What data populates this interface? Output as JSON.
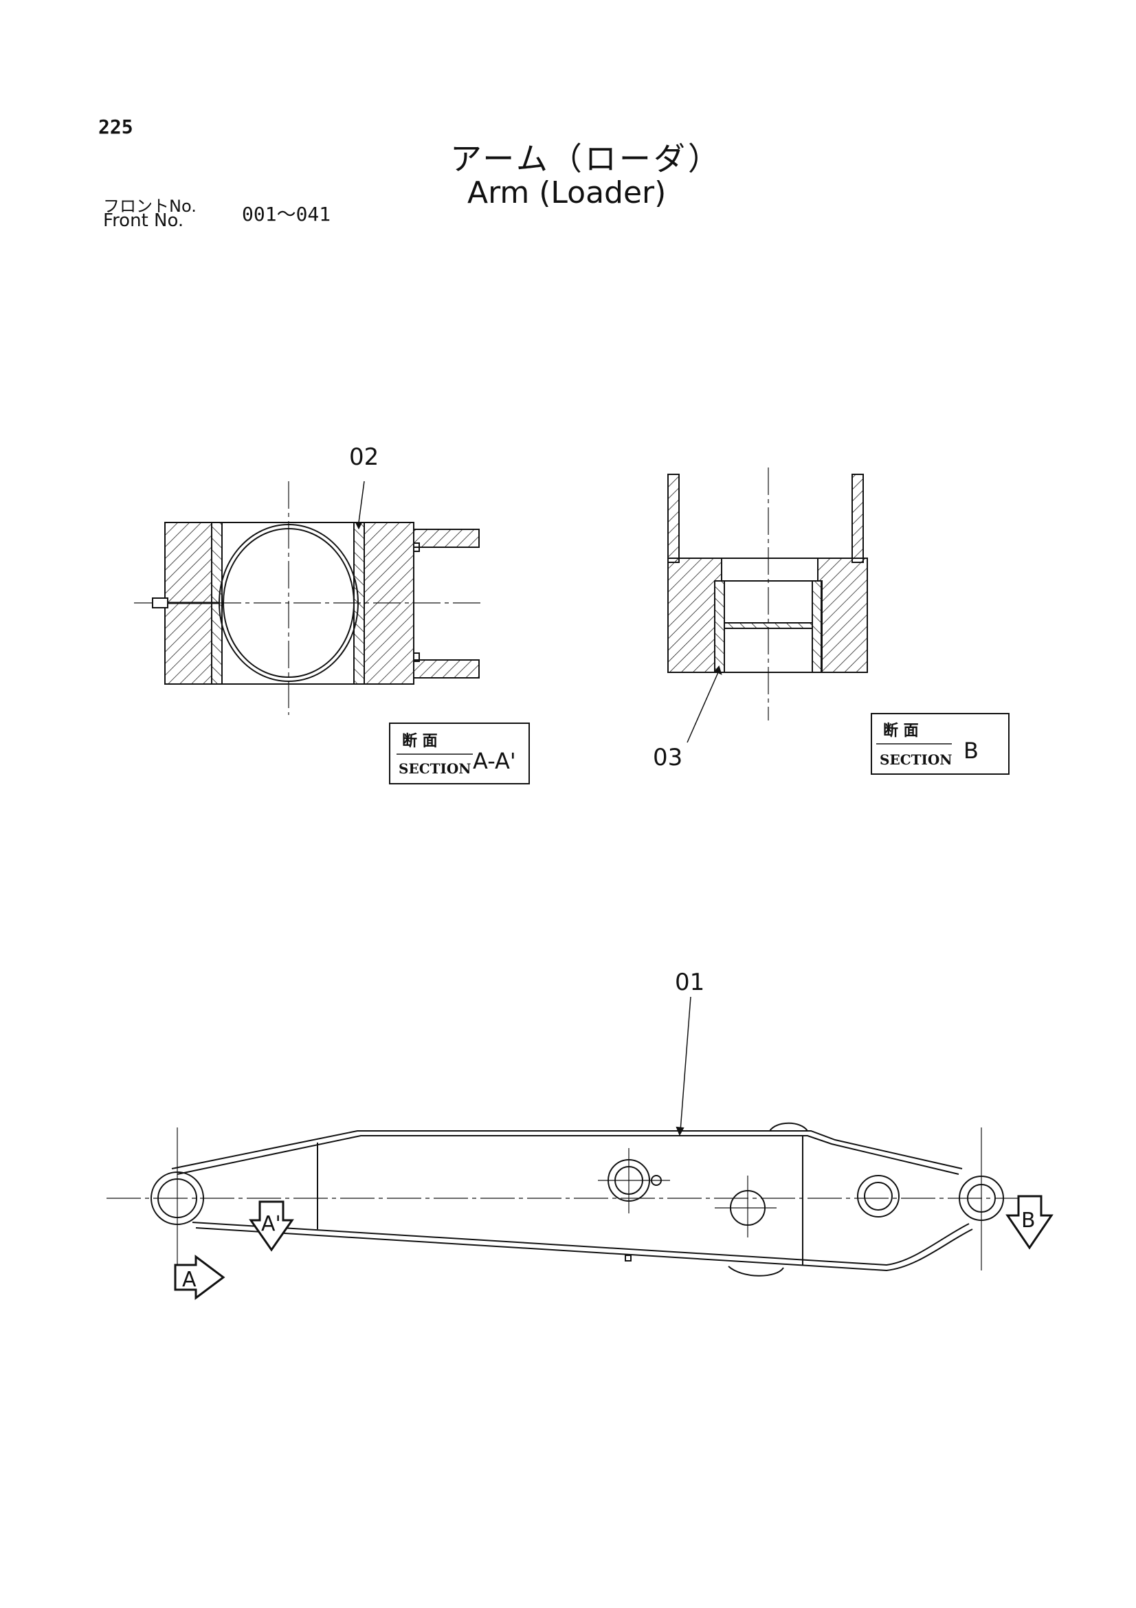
{
  "page_number": "225",
  "title": {
    "jp": "アーム（ローダ）",
    "en": "Arm (Loader)"
  },
  "front": {
    "jp_label": "フロントNo.",
    "en_label": "Front No.",
    "range": "001～041"
  },
  "parts": {
    "p01": "01",
    "p02": "02",
    "p03": "03"
  },
  "sections": {
    "aa": {
      "jp": "断 面",
      "en": "SECTION",
      "letter": "A-A'"
    },
    "b": {
      "jp": "断 面",
      "en": "SECTION",
      "letter": "B"
    }
  },
  "view_arrows": {
    "a": "A",
    "a_prime": "A'",
    "b": "B"
  }
}
